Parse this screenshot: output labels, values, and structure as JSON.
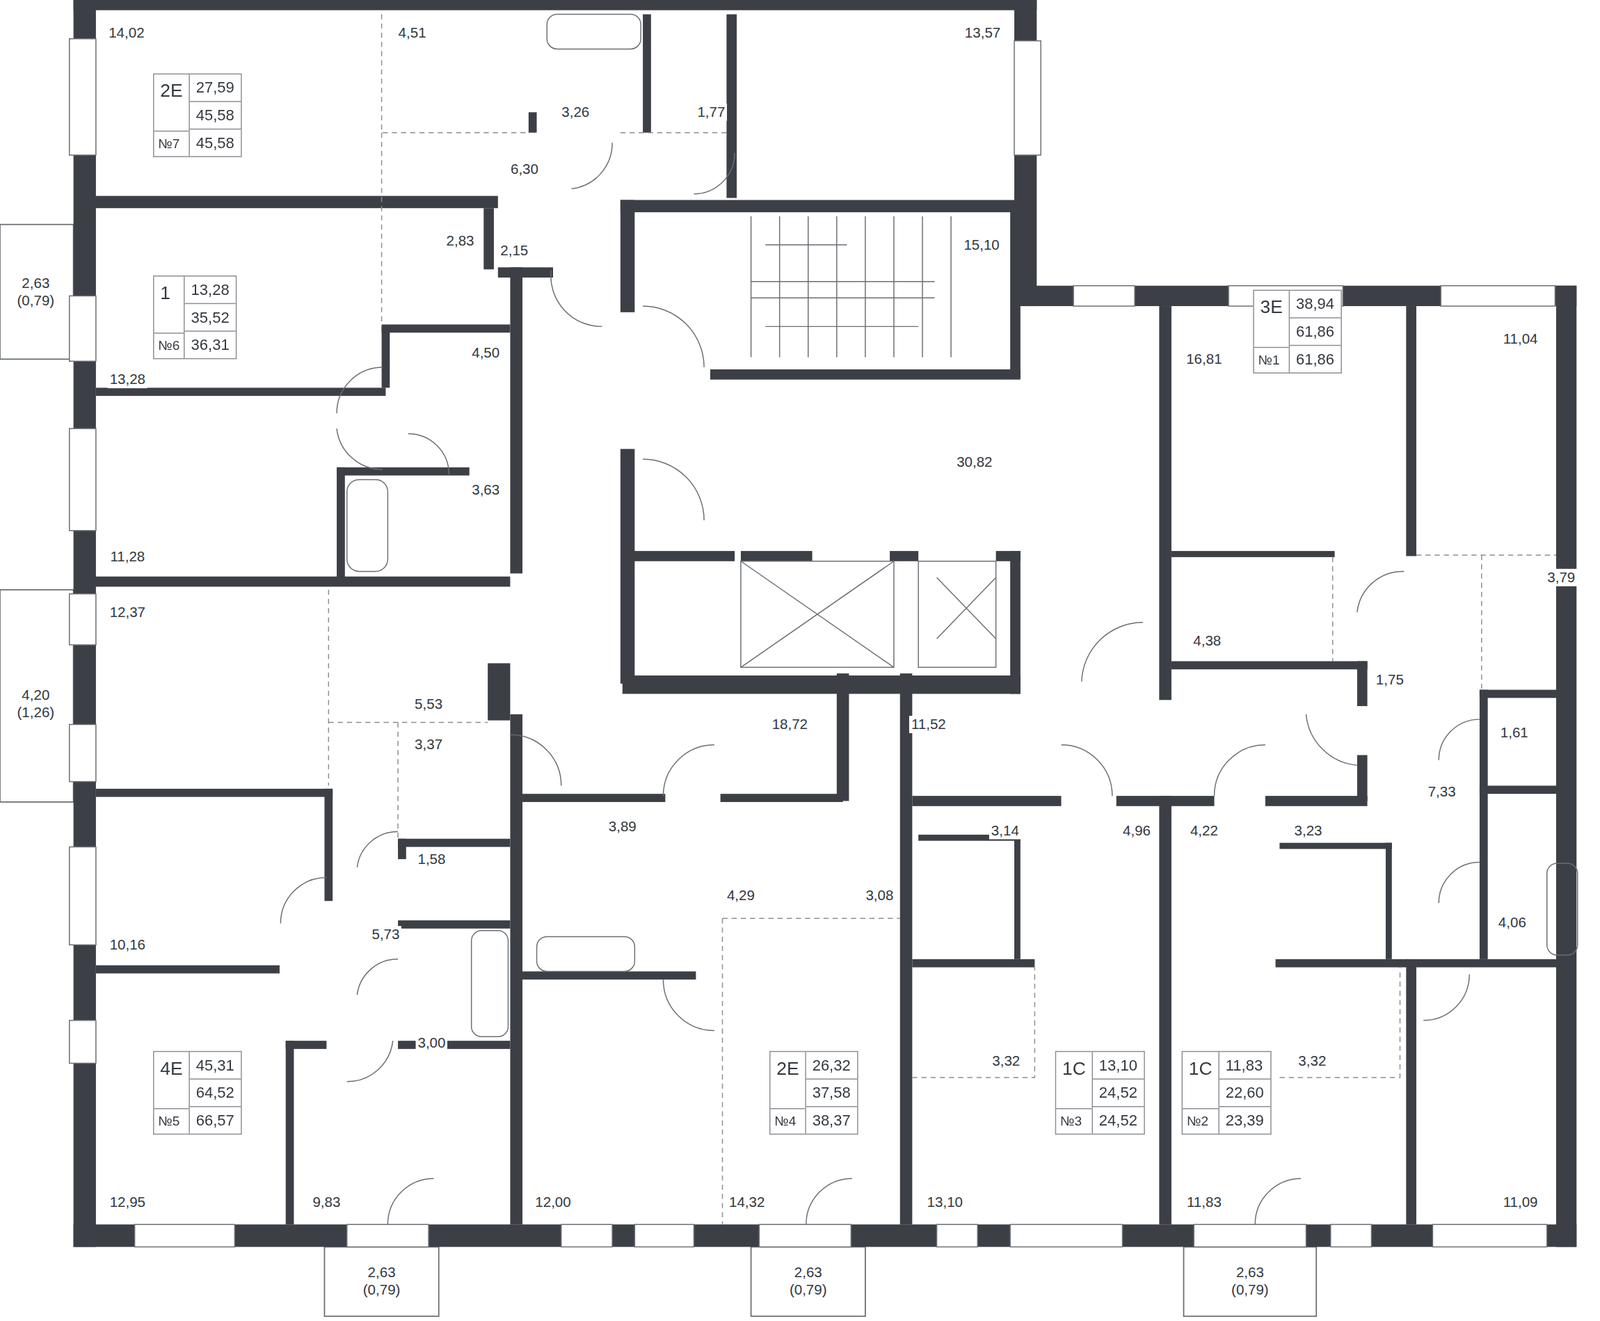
{
  "diagram": {
    "nodes": [
      {
        "text": [
          "2Е",
          "27,59",
          "45,58",
          "45,58",
          "№7"
        ]
      },
      {
        "text": [
          "1",
          "13,28",
          "35,52",
          "36,31",
          "№6"
        ]
      },
      {
        "text": [
          "3Е",
          "38,94",
          "61,86",
          "61,86",
          "№1"
        ]
      },
      {
        "text": [
          "4Е",
          "45,31",
          "64,52",
          "66,57",
          "№5"
        ]
      },
      {
        "text": [
          "2Е",
          "26,32",
          "37,58",
          "38,37",
          "№4"
        ]
      },
      {
        "text": [
          "1С",
          "13,10",
          "24,52",
          "24,52",
          "№3"
        ]
      },
      {
        "text": [
          "1С",
          "11,83",
          "22,60",
          "23,39",
          "№2"
        ]
      }
    ],
    "labels": [
      "14,02",
      "4,51",
      "13,57",
      "3,26",
      "1,77",
      "6,30",
      "2,83",
      "2,15",
      "15,10",
      "2,63 (0,79)",
      "13,28",
      "4,50",
      "16,81",
      "11,04",
      "30,82",
      "3,63",
      "11,28",
      "12,37",
      "3,79",
      "4,38",
      "4,20 (1,26)",
      "1,75",
      "5,53",
      "18,72",
      "11,52",
      "1,61",
      "3,37",
      "7,33",
      "3,89",
      "3,14",
      "4,96",
      "4,22",
      "3,23",
      "1,58",
      "4,29",
      "3,08",
      "4,06",
      "5,73",
      "10,16",
      "3,00",
      "3,32",
      "3,32",
      "12,95",
      "9,83",
      "12,00",
      "14,32",
      "13,10",
      "11,83",
      "11,09",
      "2,63 (0,79)",
      "2,63 (0,79)",
      "2,63 (0,79)"
    ]
  }
}
